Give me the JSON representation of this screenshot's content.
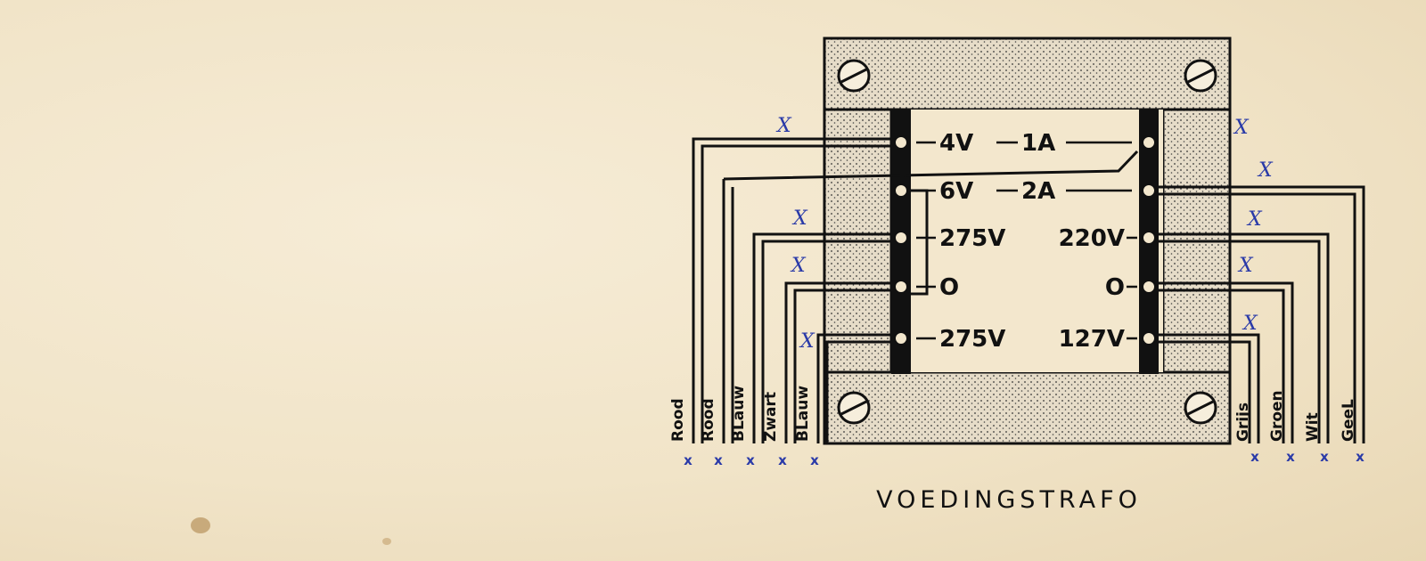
{
  "title": "VOEDINGSTRAFO",
  "taps_left": [
    "4V",
    "6V",
    "275V",
    "O",
    "275V"
  ],
  "taps_right": [
    "1A",
    "2A",
    "220V",
    "O",
    "127V"
  ],
  "wire_labels_left": [
    "Rood",
    "Rood",
    "BLauw",
    "Zwart",
    "BLauw"
  ],
  "wire_labels_right": [
    "Grijs",
    "Groen",
    "Wit",
    "GeeL"
  ],
  "marks": {
    "x": "x",
    "check": "X"
  },
  "colors": {
    "paper": "#f1e4c8",
    "ink": "#111111",
    "pencil_blue": "#2a3aa8",
    "core_fill": "#e2d8c4"
  }
}
